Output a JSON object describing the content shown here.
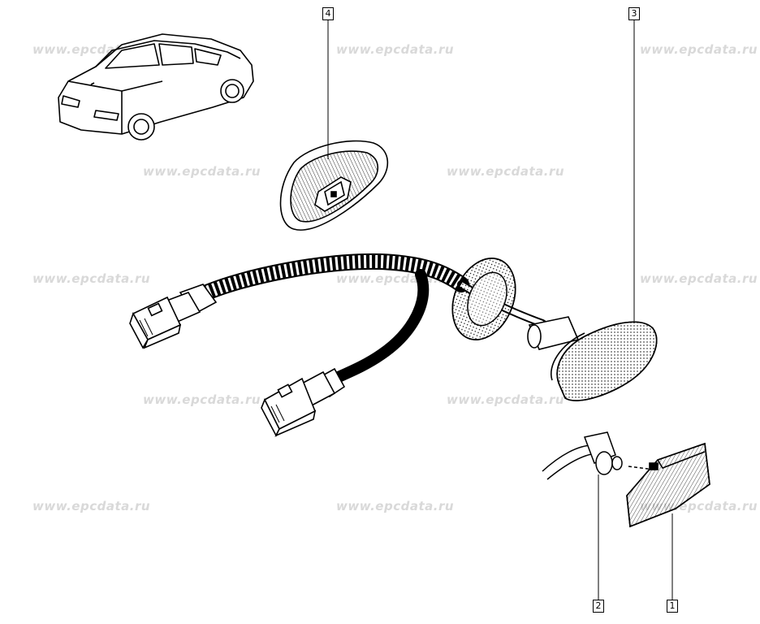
{
  "watermark": "www.epcdata.ru",
  "callouts": [
    {
      "id": "1",
      "label": "1",
      "part": "side-repeater-lens"
    },
    {
      "id": "2",
      "label": "2",
      "part": "bulb-holder"
    },
    {
      "id": "3",
      "label": "3",
      "part": "side-indicator-lamp-assembly"
    },
    {
      "id": "4",
      "label": "4",
      "part": "lamp-gasket-seal"
    }
  ],
  "colors": {
    "line": "#000000",
    "watermark": "#d9d9d9",
    "background": "#ffffff"
  }
}
